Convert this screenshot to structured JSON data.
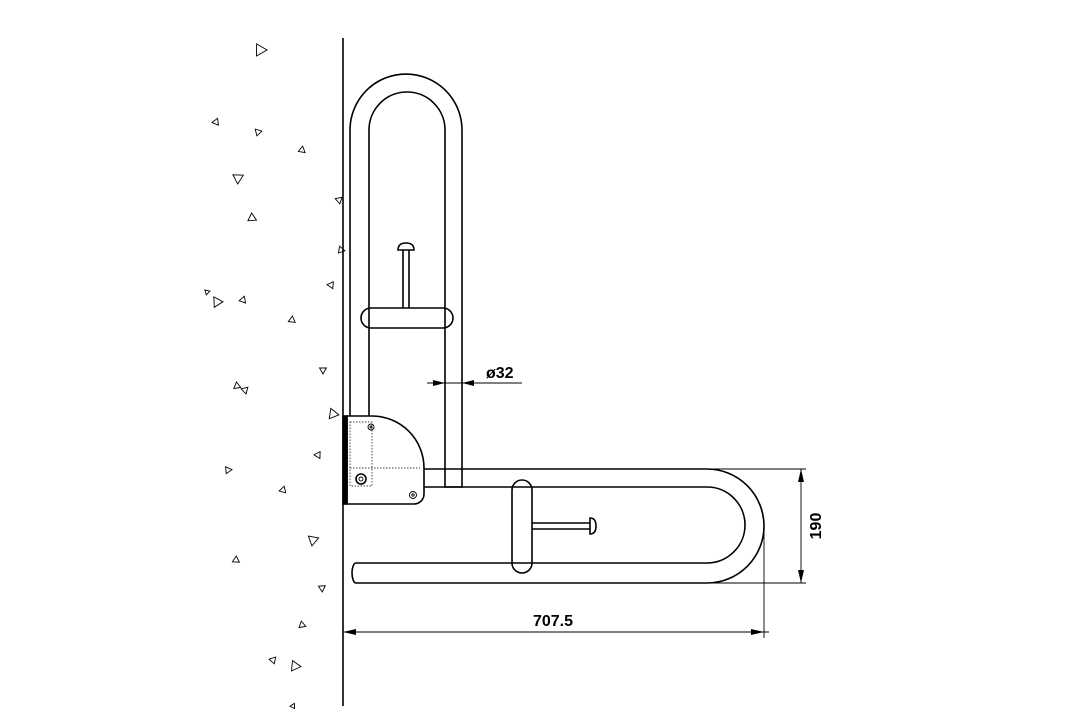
{
  "dimensions": {
    "diameter_label": "ø32",
    "height_label": "190",
    "length_label": "707.5"
  }
}
